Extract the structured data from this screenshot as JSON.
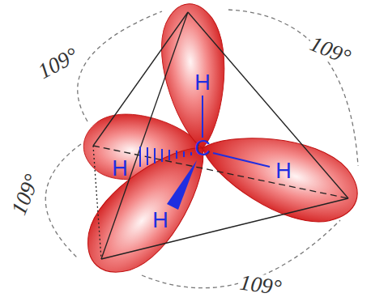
{
  "diagram": {
    "labels": [
      "109°",
      "109°",
      "109°",
      "109°",
      "H",
      "C",
      "H",
      "H",
      "H"
    ]
  }
}
